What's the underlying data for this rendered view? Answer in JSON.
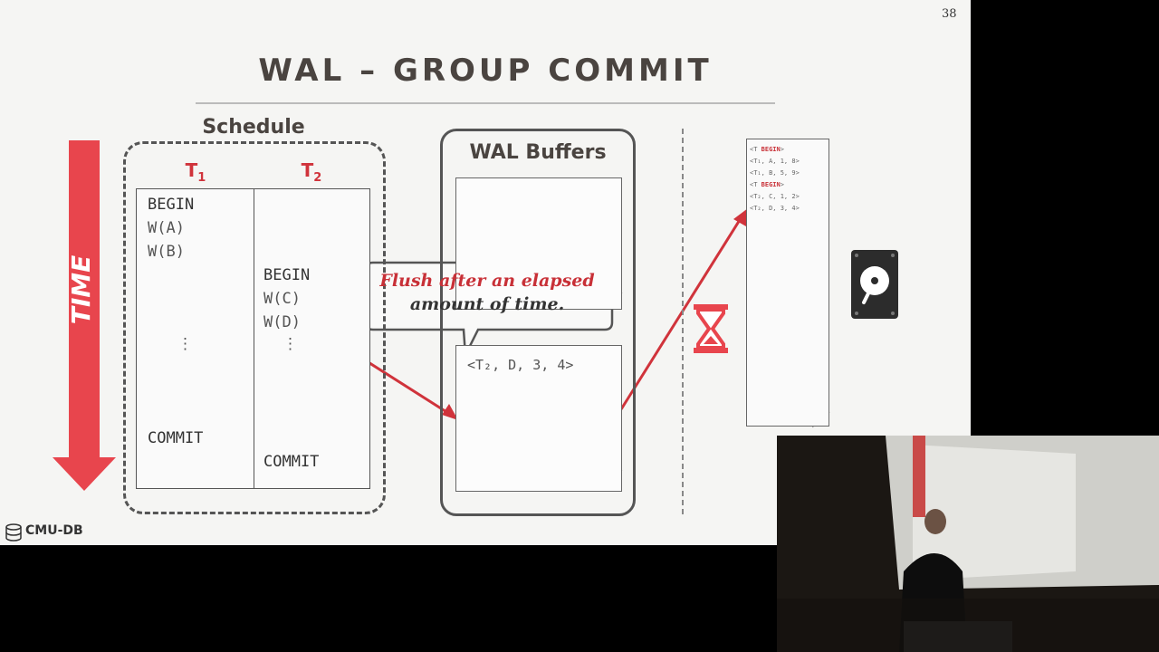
{
  "slide": {
    "page_number": "38",
    "title": "WAL – GROUP COMMIT",
    "schedule_label": "Schedule",
    "time_label": "TIME",
    "transactions": [
      {
        "name": "T",
        "sub": "1"
      },
      {
        "name": "T",
        "sub": "2"
      }
    ],
    "t1_ops": [
      "BEGIN",
      "W(A)",
      "W(B)",
      "⋮",
      "COMMIT"
    ],
    "t2_ops": [
      "BEGIN",
      "W(C)",
      "W(D)",
      "⋮",
      "COMMIT"
    ],
    "wal_label": "WAL Buffers",
    "buffer_entry": "<T₂, D, 3, 4>",
    "callout_line1": "Flush after an elapsed",
    "callout_line2": "amount of time.",
    "log_lines": [
      {
        "pre": "<T",
        "kw": " BEGIN",
        "post": ">"
      },
      {
        "pre": "<T₁, A, 1, 8>",
        "kw": "",
        "post": ""
      },
      {
        "pre": "<T₁, B, 5, 9>",
        "kw": "",
        "post": ""
      },
      {
        "pre": "<T",
        "kw": " BEGIN",
        "post": ">"
      },
      {
        "pre": "<T₂, C, 1, 2>",
        "kw": "",
        "post": ""
      },
      {
        "pre": "<T₂, D, 3, 4>",
        "kw": "",
        "post": ""
      }
    ],
    "brand": "CMU-DB",
    "colors": {
      "accent": "#d0333b",
      "ink": "#4a4440"
    }
  }
}
